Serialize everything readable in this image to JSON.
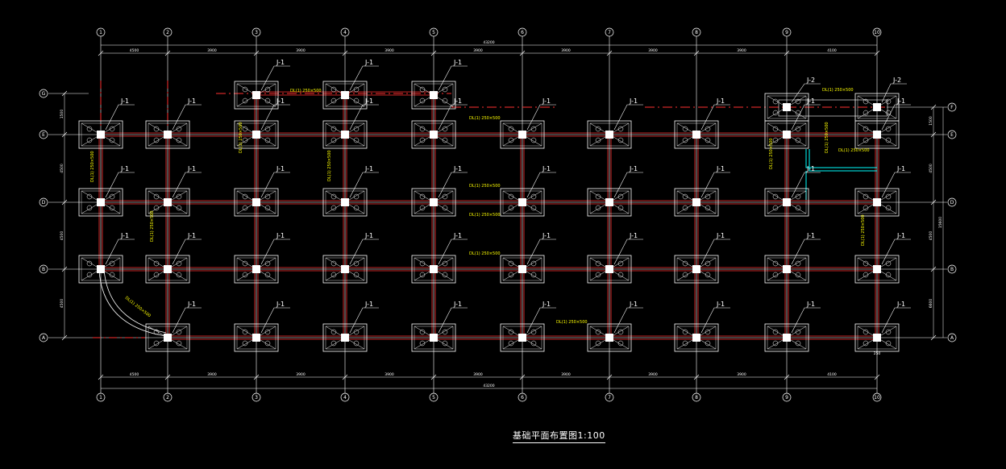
{
  "title": "基础平面布置图1:100",
  "grid": {
    "columns": [
      {
        "id": "1",
        "label": "1"
      },
      {
        "id": "2",
        "label": "2"
      },
      {
        "id": "3",
        "label": "3"
      },
      {
        "id": "4",
        "label": "4"
      },
      {
        "id": "5",
        "label": "5"
      },
      {
        "id": "6",
        "label": "6"
      },
      {
        "id": "7",
        "label": "7"
      },
      {
        "id": "8",
        "label": "8"
      },
      {
        "id": "9",
        "label": "9"
      },
      {
        "id": "10",
        "label": "10"
      }
    ],
    "rows": [
      {
        "id": "A",
        "label": "A"
      },
      {
        "id": "B",
        "label": "B"
      },
      {
        "id": "D",
        "label": "D"
      },
      {
        "id": "E",
        "label": "E"
      },
      {
        "id": "F",
        "label": "F"
      },
      {
        "id": "G",
        "label": "G"
      }
    ]
  },
  "dimensions": {
    "top_total": "43200",
    "top_spans": [
      "4500",
      "3900",
      "3900",
      "3900",
      "3900",
      "3900",
      "3900",
      "3900",
      "4100"
    ],
    "bottom_total": "43200",
    "bottom_spans": [
      "4500",
      "3900",
      "3900",
      "3900",
      "3900",
      "3900",
      "3900",
      "3900",
      "4100"
    ],
    "right_segments": [
      "1500",
      "4500",
      "4500",
      "6600"
    ],
    "right_total": "15600",
    "left_segments": [
      "1500",
      "4500",
      "4500",
      "4500"
    ]
  },
  "footing_label": "J-1",
  "footing_label_alt": "J-2",
  "beam_label": "DL(1) 250×500",
  "bottom_note": "250",
  "colors": {
    "background": "#000000",
    "grid": "#ff3030",
    "axis": "#ffffff",
    "footing": "#ffffff",
    "beam": "#ffff00",
    "cyan": "#00ffff"
  }
}
